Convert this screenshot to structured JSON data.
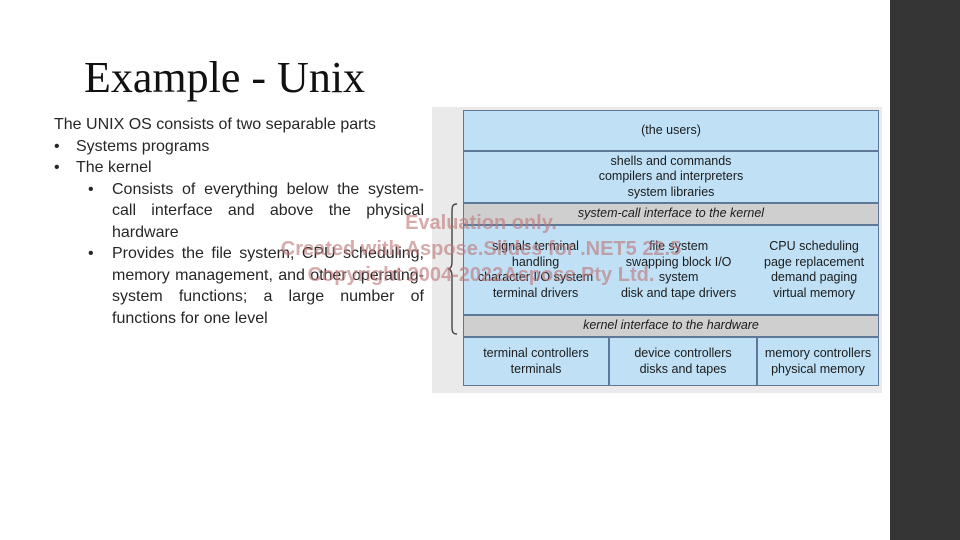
{
  "slide": {
    "title": "Example - Unix",
    "intro": "The UNIX OS consists of two separable parts",
    "bullets": [
      "Systems programs",
      "The kernel"
    ],
    "sub_bullets": [
      "Consists of everything below the system-call interface and above the physical hardware",
      "Provides the file system, CPU scheduling, memory management, and other operating-system functions; a large number of functions for one level"
    ],
    "bullet_glyph": "•"
  },
  "diagram": {
    "users": "(the users)",
    "shells": [
      "shells and commands",
      "compilers and interpreters",
      "system libraries"
    ],
    "syscall_interface": "system-call interface to the kernel",
    "kernel_col1": [
      "signals terminal",
      "handling",
      "character I/O system",
      "terminal drivers"
    ],
    "kernel_col2": [
      "file system",
      "swapping block I/O",
      "system",
      "disk and tape drivers"
    ],
    "kernel_col3": [
      "CPU scheduling",
      "page replacement",
      "demand paging",
      "virtual memory"
    ],
    "hardware_interface": "kernel interface to the hardware",
    "hw_col1": [
      "terminal controllers",
      "terminals"
    ],
    "hw_col2": [
      "device controllers",
      "disks and tapes"
    ],
    "hw_col3": [
      "memory controllers",
      "physical memory"
    ],
    "colors": {
      "box": "#bfe0f5",
      "interface": "#cfcfcf",
      "border": "#5d7898"
    }
  },
  "watermark": {
    "line1": "Evaluation only.",
    "line2": "Created with Aspose.Slides for .NET5 22.5",
    "line3": "Copyright 2004-2022Aspose Pty Ltd."
  }
}
